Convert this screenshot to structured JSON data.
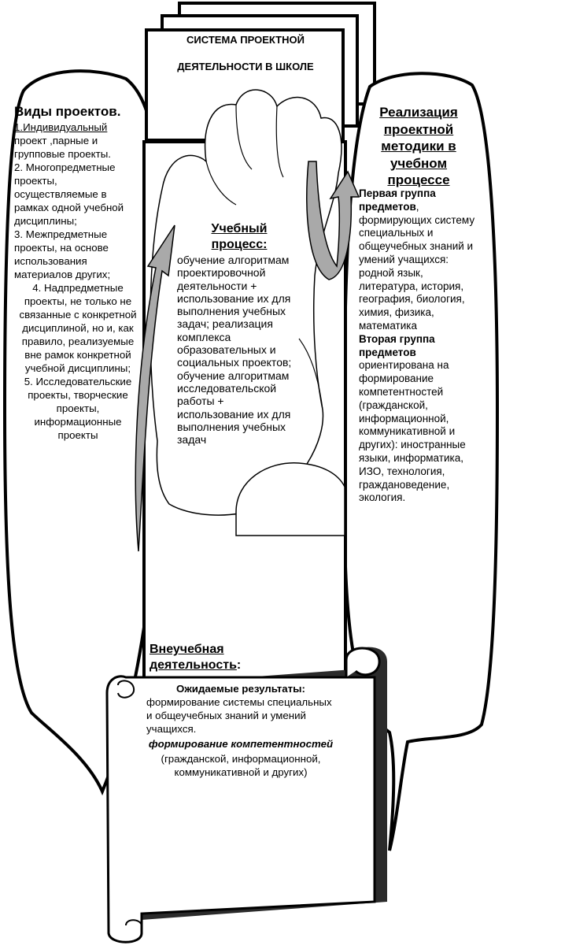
{
  "title": {
    "line1": "СИСТЕМА ПРОЕКТНОЙ",
    "line2": "ДЕЯТЕЛЬНОСТИ В ШКОЛЕ"
  },
  "left": {
    "heading": "Виды проектов.",
    "items": [
      "1.Индивидуальный",
      "проект ,парные и групповые проекты.",
      "2. Многопредметные проекты, осуществляемые в рамках одной учебной дисциплины;",
      "3. Межпредметные проекты, на основе использования материалов других;",
      "4. Надпредметные проекты, не только не связанные с конкретной дисциплиной, но и, как правило, реализуемые вне рамок конкретной учебной дисциплины;",
      "5. Исследовательские проекты, творческие проекты, информационные проекты"
    ]
  },
  "center": {
    "heading": "Учебный процесс:",
    "body": "обучение алгоритмам проектировочной деятельности + использование их для выполнения учебных задач; реализация комплекса образовательных и социальных проектов; обучение алгоритмам исследовательской работы + использование их для выполнения учебных задач"
  },
  "right": {
    "heading": "Реализация проектной методики в учебном процессе",
    "group1_title": "Первая группа предметов",
    "group1_text": ", формирующих систему специальных и общеучебных знаний и умений учащихся: родной язык, литература, история, география, биология, химия, физика, математика",
    "group2_title": "Вторая группа предметов",
    "group2_text": " ориентирована на формирование компетентностей (гражданской, информационной, коммуникативной и других): иностранные языки, информатика, ИЗО, технология, граждановедение, экология."
  },
  "extra": {
    "heading": "Внеучебная деятельность",
    "colon": ":"
  },
  "results": {
    "heading": "Ожидаемые результаты:",
    "line1": "формирование системы специальных и общеучебных знаний и умений учащихся.",
    "line2": "формирование компетентностей",
    "line3": "(гражданской, информационной, коммуникативной и других)"
  },
  "colors": {
    "stroke": "#000000",
    "arrow_fill": "#a9a9a9",
    "shadow": "#2b2b2b",
    "background": "#ffffff"
  }
}
